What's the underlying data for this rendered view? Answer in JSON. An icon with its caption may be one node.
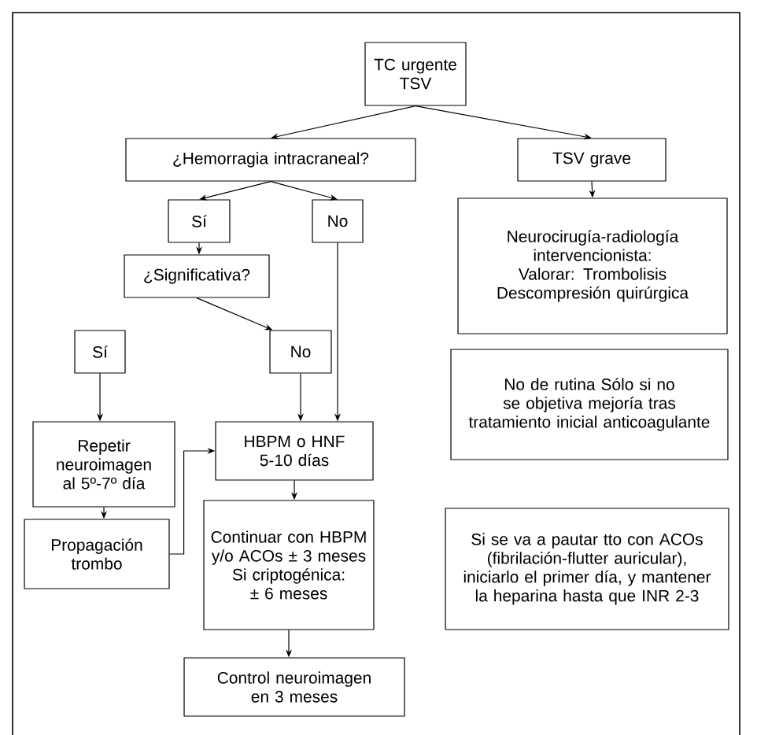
{
  "diagram": {
    "nodes": [
      {
        "text": [
          "TC urgente TSV"
        ]
      },
      {
        "text": [
          "¿Hemorragia intracraneal?"
        ]
      },
      {
        "text": [
          "TSV grave"
        ]
      },
      {
        "text": [
          "Sí"
        ]
      },
      {
        "text": [
          "No"
        ]
      },
      {
        "text": [
          "¿Significativa?"
        ]
      },
      {
        "text": [
          "Neurocirugía-radiología intervencionista: Valorar: Trombolisis Descompresión quirúrgica"
        ]
      },
      {
        "text": [
          "Sí"
        ]
      },
      {
        "text": [
          "No"
        ]
      },
      {
        "text": [
          "No de rutina Sólo si no se objetiva mejoría tras tratamiento inicial anticoagulante"
        ]
      },
      {
        "text": [
          "Repetir neuroimagen al 5º-7º día"
        ]
      },
      {
        "text": [
          "HBPM o HNF 5-10 días"
        ]
      },
      {
        "text": [
          "Si se va a pautar tto con ACOs (fibrilación-flutter auricular), iniciarlo el primer día, y mantener la heparina hasta que INR 2-3"
        ]
      },
      {
        "text": [
          "Propagación trombo"
        ]
      },
      {
        "text": [
          "Continuar con HBPM y/o ACOs ± 3 meses Si criptogénica: ± 6 meses"
        ]
      },
      {
        "text": [
          "Control neuroimagen en 3 meses"
        ]
      }
    ],
    "edges": [
      {
        "from": 0,
        "to": 1,
        "arrow": "to"
      },
      {
        "from": 0,
        "to": 2,
        "arrow": "to"
      },
      {
        "from": 1,
        "to": 3,
        "arrow": "to"
      },
      {
        "from": 1,
        "to": 4,
        "arrow": "to"
      },
      {
        "from": 2,
        "to": 6,
        "arrow": "to"
      },
      {
        "from": 3,
        "to": 5,
        "arrow": "to"
      },
      {
        "from": 5,
        "to": 8,
        "arrow": "to"
      },
      {
        "from": 4,
        "to": 11,
        "arrow": "to"
      },
      {
        "from": 8,
        "to": 11,
        "arrow": "to"
      },
      {
        "from": 7,
        "to": 10,
        "arrow": "to"
      },
      {
        "from": 10,
        "to": 13,
        "arrow": "to"
      },
      {
        "from": 13,
        "to": 11,
        "arrow": "to"
      },
      {
        "from": 11,
        "to": 14,
        "arrow": "to"
      },
      {
        "from": 14,
        "to": 15,
        "arrow": "to"
      }
    ]
  }
}
